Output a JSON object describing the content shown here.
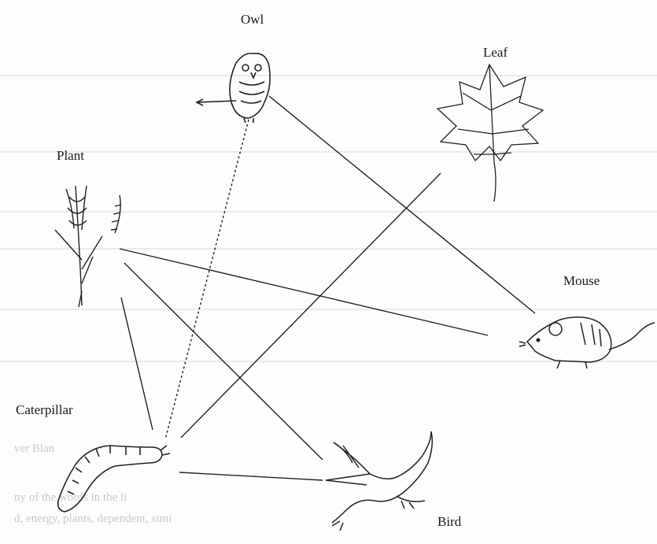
{
  "diagram": {
    "nodes": {
      "owl": {
        "label": "Owl",
        "icon": "owl-icon"
      },
      "leaf": {
        "label": "Leaf",
        "icon": "maple-leaf-icon"
      },
      "plant": {
        "label": "Plant",
        "icon": "wheat-plant-icon"
      },
      "mouse": {
        "label": "Mouse",
        "icon": "mouse-icon"
      },
      "caterpillar": {
        "label": "Caterpillar",
        "icon": "caterpillar-icon"
      },
      "bird": {
        "label": "Bird",
        "icon": "bird-icon"
      }
    },
    "connections": [
      {
        "from": "owl",
        "to": "mouse",
        "style": "solid"
      },
      {
        "from": "owl",
        "to": "caterpillar",
        "style": "dashed"
      },
      {
        "from": "leaf",
        "to": "caterpillar",
        "style": "solid"
      },
      {
        "from": "plant",
        "to": "mouse",
        "style": "solid"
      },
      {
        "from": "plant",
        "to": "bird",
        "style": "solid"
      },
      {
        "from": "plant",
        "to": "caterpillar",
        "style": "solid"
      },
      {
        "from": "caterpillar",
        "to": "bird",
        "style": "solid"
      }
    ]
  },
  "bleed_through": {
    "line1": "ver Blan",
    "line2": "ny of the words in the li",
    "line3": "d, energy, plants, dependent, simi"
  },
  "colors": {
    "ink": "#1a1a1a",
    "faint": "#c8c8c8",
    "paper": "#fdfdfd"
  }
}
